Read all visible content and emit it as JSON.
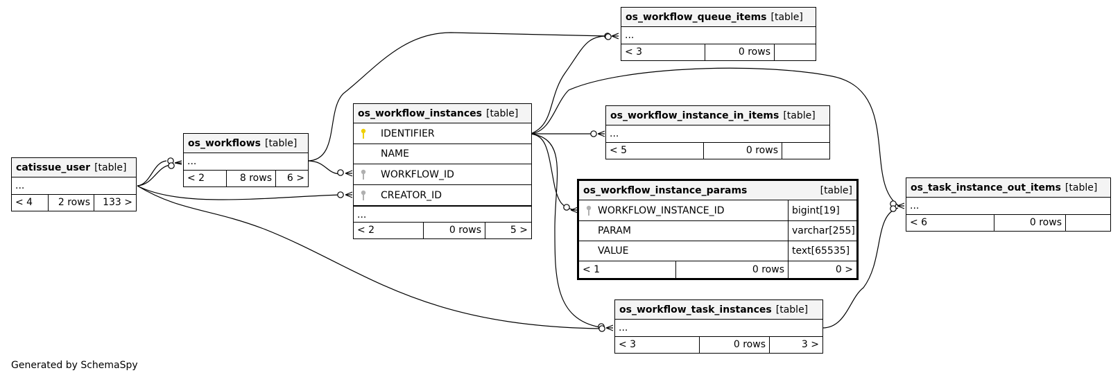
{
  "footer": "Generated by SchemaSpy",
  "tables": {
    "catissue_user": {
      "name": "catissue_user",
      "type": "[table]",
      "more": "...",
      "parents": "< 4",
      "rows": "2 rows",
      "children": "133 >"
    },
    "os_workflows": {
      "name": "os_workflows",
      "type": "[table]",
      "more": "...",
      "parents": "< 2",
      "rows": "8 rows",
      "children": "6 >"
    },
    "os_workflow_instances": {
      "name": "os_workflow_instances",
      "type": "[table]",
      "columns": [
        {
          "name": "IDENTIFIER",
          "key": "primary"
        },
        {
          "name": "NAME",
          "key": "none"
        },
        {
          "name": "WORKFLOW_ID",
          "key": "foreign"
        },
        {
          "name": "CREATOR_ID",
          "key": "foreign"
        }
      ],
      "more": "...",
      "parents": "< 2",
      "rows": "0 rows",
      "children": "5 >"
    },
    "os_workflow_queue_items": {
      "name": "os_workflow_queue_items",
      "type": "[table]",
      "more": "...",
      "parents": "< 3",
      "rows": "0 rows",
      "children": ""
    },
    "os_workflow_instance_in_items": {
      "name": "os_workflow_instance_in_items",
      "type": "[table]",
      "more": "...",
      "parents": "< 5",
      "rows": "0 rows",
      "children": ""
    },
    "os_workflow_instance_params": {
      "name": "os_workflow_instance_params",
      "type": "[table]",
      "columns": [
        {
          "name": "WORKFLOW_INSTANCE_ID",
          "key": "foreign",
          "dtype": "bigint[19]"
        },
        {
          "name": "PARAM",
          "key": "none",
          "dtype": "varchar[255]"
        },
        {
          "name": "VALUE",
          "key": "none",
          "dtype": "text[65535]"
        }
      ],
      "parents": "< 1",
      "rows": "0 rows",
      "children": "0 >"
    },
    "os_task_instance_out_items": {
      "name": "os_task_instance_out_items",
      "type": "[table]",
      "more": "...",
      "parents": "< 6",
      "rows": "0 rows",
      "children": ""
    },
    "os_workflow_task_instances": {
      "name": "os_workflow_task_instances",
      "type": "[table]",
      "more": "...",
      "parents": "< 3",
      "rows": "0 rows",
      "children": "3 >"
    }
  },
  "colors": {
    "primary_key": "#f0d000",
    "foreign_key": "#b0b0b0",
    "header_bg": "#f4f4f4"
  }
}
